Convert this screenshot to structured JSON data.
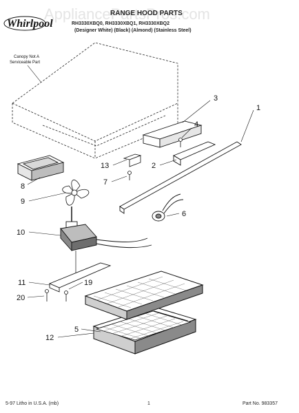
{
  "brand": {
    "name": "Whirlpool"
  },
  "watermark": {
    "text": "AppliancePartsPros.com"
  },
  "header": {
    "title": "RANGE HOOD PARTS",
    "models": "RH3330XBQ0, RH3330XBQ1, RH3330XBQ2",
    "colors": "(Designer White)   (Black)   (Almond)   (Stainless Steel)"
  },
  "notes": {
    "canopy_line1": "Canopy Not A",
    "canopy_line2": "Serviceable Part"
  },
  "callouts": [
    {
      "id": "1",
      "label": "1"
    },
    {
      "id": "2",
      "label": "2"
    },
    {
      "id": "3",
      "label": "3"
    },
    {
      "id": "4",
      "label": "4"
    },
    {
      "id": "5",
      "label": "5"
    },
    {
      "id": "6",
      "label": "6"
    },
    {
      "id": "7",
      "label": "7"
    },
    {
      "id": "8",
      "label": "8"
    },
    {
      "id": "9",
      "label": "9"
    },
    {
      "id": "10",
      "label": "10"
    },
    {
      "id": "11",
      "label": "11"
    },
    {
      "id": "12",
      "label": "12"
    },
    {
      "id": "13",
      "label": "13"
    },
    {
      "id": "19",
      "label": "19"
    },
    {
      "id": "20",
      "label": "20"
    }
  ],
  "footer": {
    "left": "5-97 Litho in U.S.A. (mb)",
    "center": "1",
    "right": "Part No. 983357"
  },
  "colors": {
    "ink": "#111111",
    "watermark": "#cfcfcf",
    "background": "#ffffff"
  }
}
